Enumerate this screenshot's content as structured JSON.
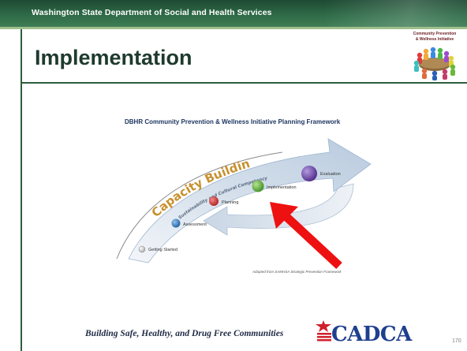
{
  "header": {
    "agency": "Washington State Department of Social and Health Services"
  },
  "slide": {
    "title": "Implementation",
    "page_number": "170"
  },
  "logo": {
    "line1": "Community Prevention",
    "line2": "& Wellness Initiative",
    "icon": "people-around-table-icon"
  },
  "framework": {
    "title": "DBHR Community Prevention & Wellness Initiative Planning Framework",
    "arc_label": "Capacity Building",
    "sub_label": "Sustainability and Cultural Competency",
    "steps": [
      {
        "label": "Getting Started",
        "color": "#d9d9d9"
      },
      {
        "label": "Assessment",
        "color": "#3a7fc1"
      },
      {
        "label": "Planning",
        "color": "#c0302f"
      },
      {
        "label": "Implementation",
        "color": "#5aa83c"
      },
      {
        "label": "Evaluation",
        "color": "#6b3fa0"
      }
    ],
    "source_note": "Adapted from SAMHSA Strategic Prevention Framework"
  },
  "footer": {
    "tagline": "Building Safe, Healthy, and Drug Free Communities",
    "brand": "CADCA"
  },
  "colors": {
    "header_green": "#2e6a47",
    "rule_green": "#2d5e3e",
    "arrow_red": "#ee1111",
    "brand_blue": "#1f3f8f",
    "brand_red": "#d0202c"
  }
}
